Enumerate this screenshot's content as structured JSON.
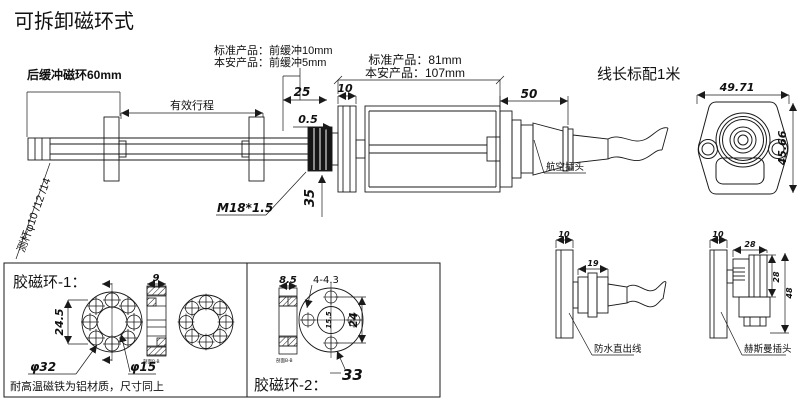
{
  "title": "可拆卸磁环式",
  "main_view": {
    "rear_buffer_label": "后缓冲磁环60mm",
    "front_buffer_line1": "标准产品：前缓冲10mm",
    "front_buffer_line2": "本安产品：前缓冲5mm",
    "body_length_line1": "标准产品：81mm",
    "body_length_line2": "本安产品：107mm",
    "cable_length_label": "线长标配1米",
    "stroke_label": "有效行程",
    "rod_label": "测杆φ10 /12 /14",
    "thread_label": "M18*1.5",
    "plug_label": "航空插头",
    "dims": {
      "d25": "25",
      "d10": "10",
      "d05": "0.5",
      "d35": "35",
      "d50": "50"
    }
  },
  "end_view": {
    "dims": {
      "width": "49.71",
      "height": "45.66"
    }
  },
  "ring1": {
    "title": "胶磁环-1：",
    "note": "耐高温磁铁为铝材质，尺寸同上",
    "section_label": "剖面B-B",
    "dims": {
      "height": "24.5",
      "outer_dia": "φ32",
      "inner_dia": "φ15",
      "thickness": "9"
    }
  },
  "ring2": {
    "title": "胶磁环-2：",
    "section_label": "剖面B-B",
    "dims": {
      "thickness": "8.5",
      "holes": "4-4.3",
      "bolt_circle": "24",
      "outer_dia": "33",
      "inner_dia": "15.5"
    }
  },
  "option_views": {
    "waterproof": {
      "label": "防水直出线",
      "dims": {
        "thickness": "10",
        "length": "19"
      }
    },
    "hirschmann": {
      "label": "赫斯曼插头",
      "dims": {
        "thickness": "10",
        "width": "28",
        "height": "28",
        "total_height": "48"
      }
    }
  }
}
